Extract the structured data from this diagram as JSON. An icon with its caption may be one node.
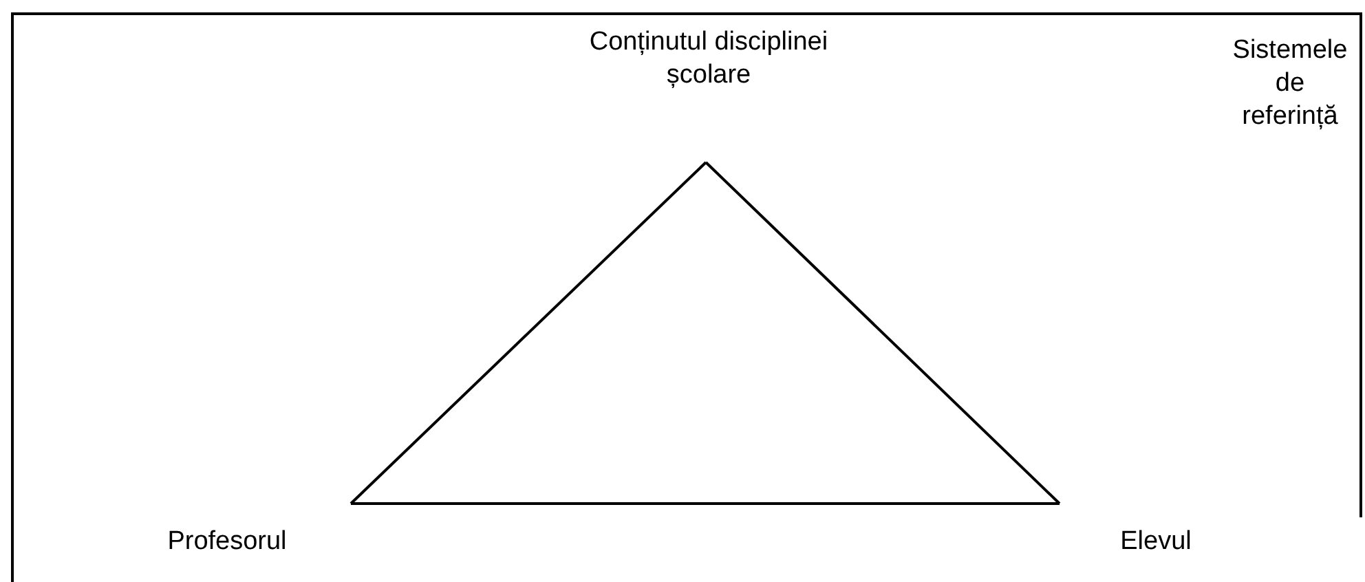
{
  "diagram": {
    "nodes": [
      {
        "text": [
          "Sistemele de referință"
        ]
      },
      {
        "text": [
          "Conținutul disciplinei școlare"
        ],
        "in": 0
      },
      {
        "text": [
          "Profesorul"
        ],
        "in": 0
      },
      {
        "text": [
          "Elevul"
        ],
        "in": 0
      }
    ],
    "edges": [
      {
        "from": 1,
        "to": 2,
        "arrow": "none"
      },
      {
        "from": 2,
        "to": 3,
        "arrow": "none"
      },
      {
        "from": 3,
        "to": 1,
        "arrow": "none"
      }
    ]
  }
}
